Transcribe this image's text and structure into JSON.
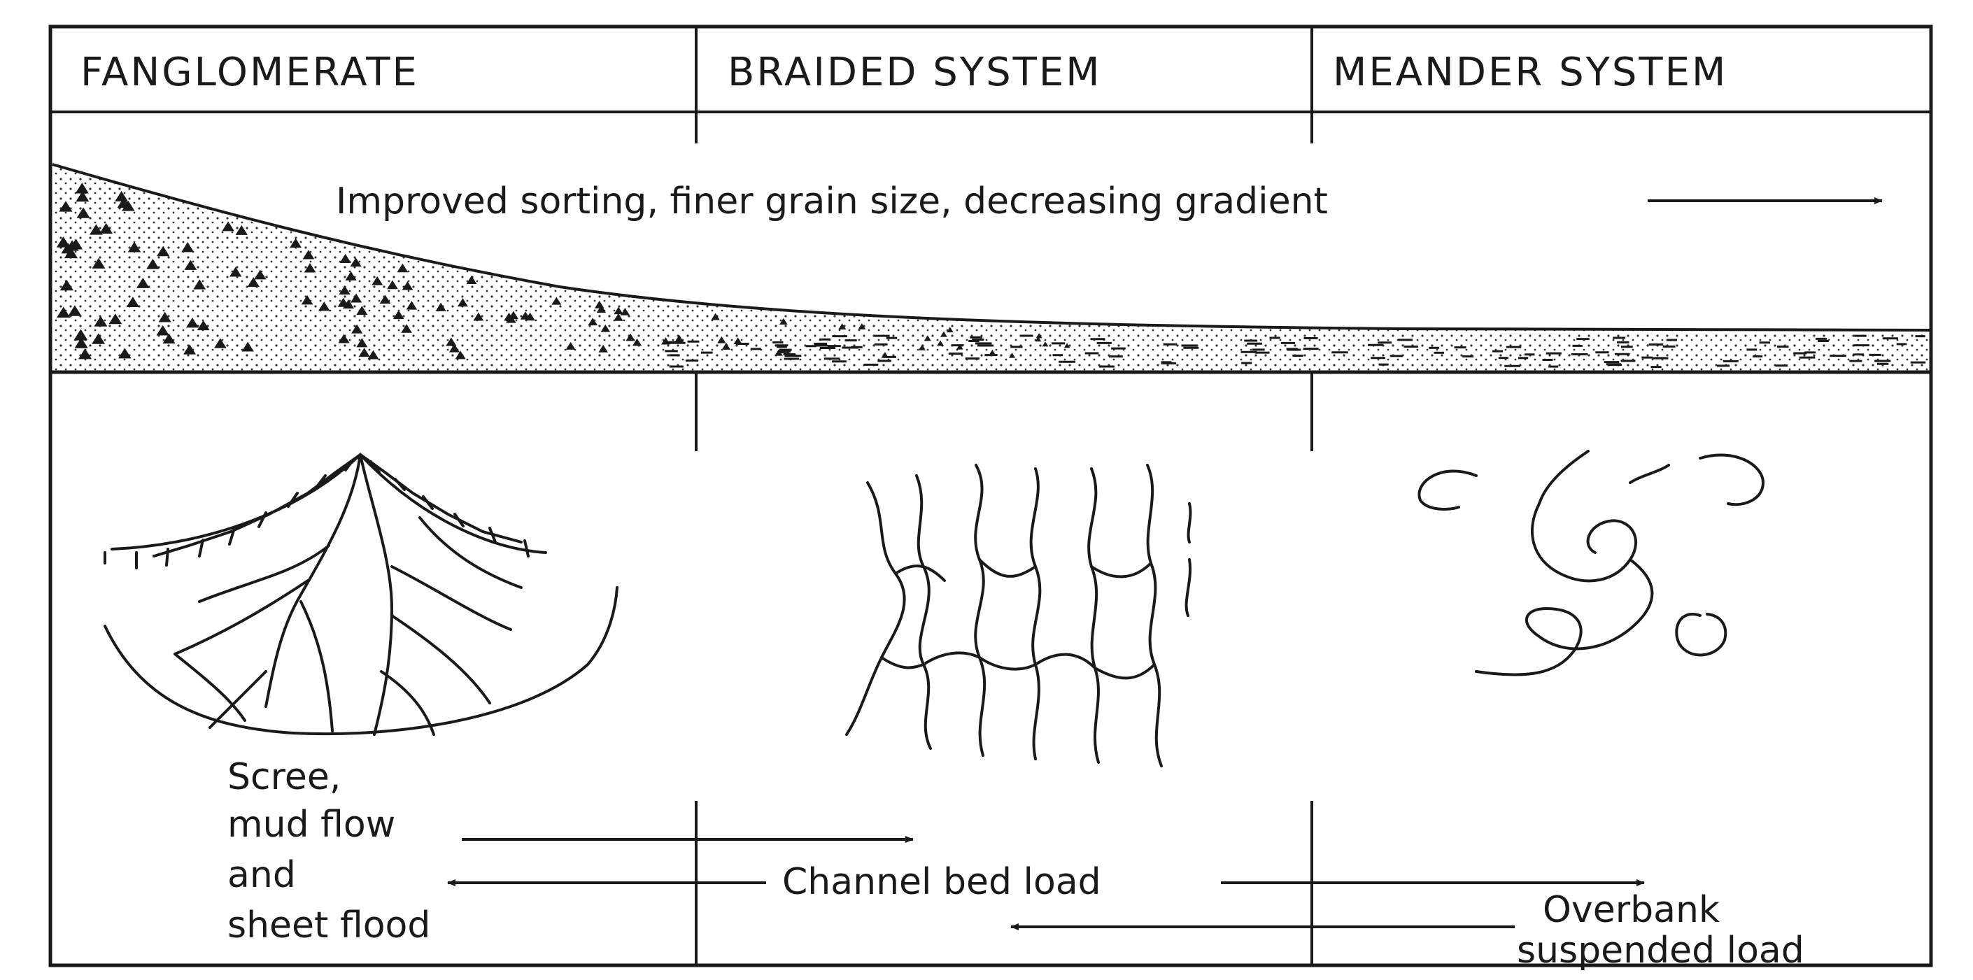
{
  "columns": {
    "fanglomerate": "FANGLOMERATE",
    "braided": "BRAIDED SYSTEM",
    "meander": "MEANDER SYSTEM"
  },
  "trend_label": "Improved sorting, finer grain size, decreasing gradient",
  "process_labels": {
    "scree_line1": "Scree,",
    "scree_line2": "mud flow",
    "scree_line3": "and",
    "scree_line4": "sheet flood",
    "channel_bed_load": "Channel bed load",
    "overbank_line1": "Overbank",
    "overbank_line2": "suspended load"
  },
  "colors": {
    "ink": "#1a1a1a",
    "background": "#ffffff"
  }
}
